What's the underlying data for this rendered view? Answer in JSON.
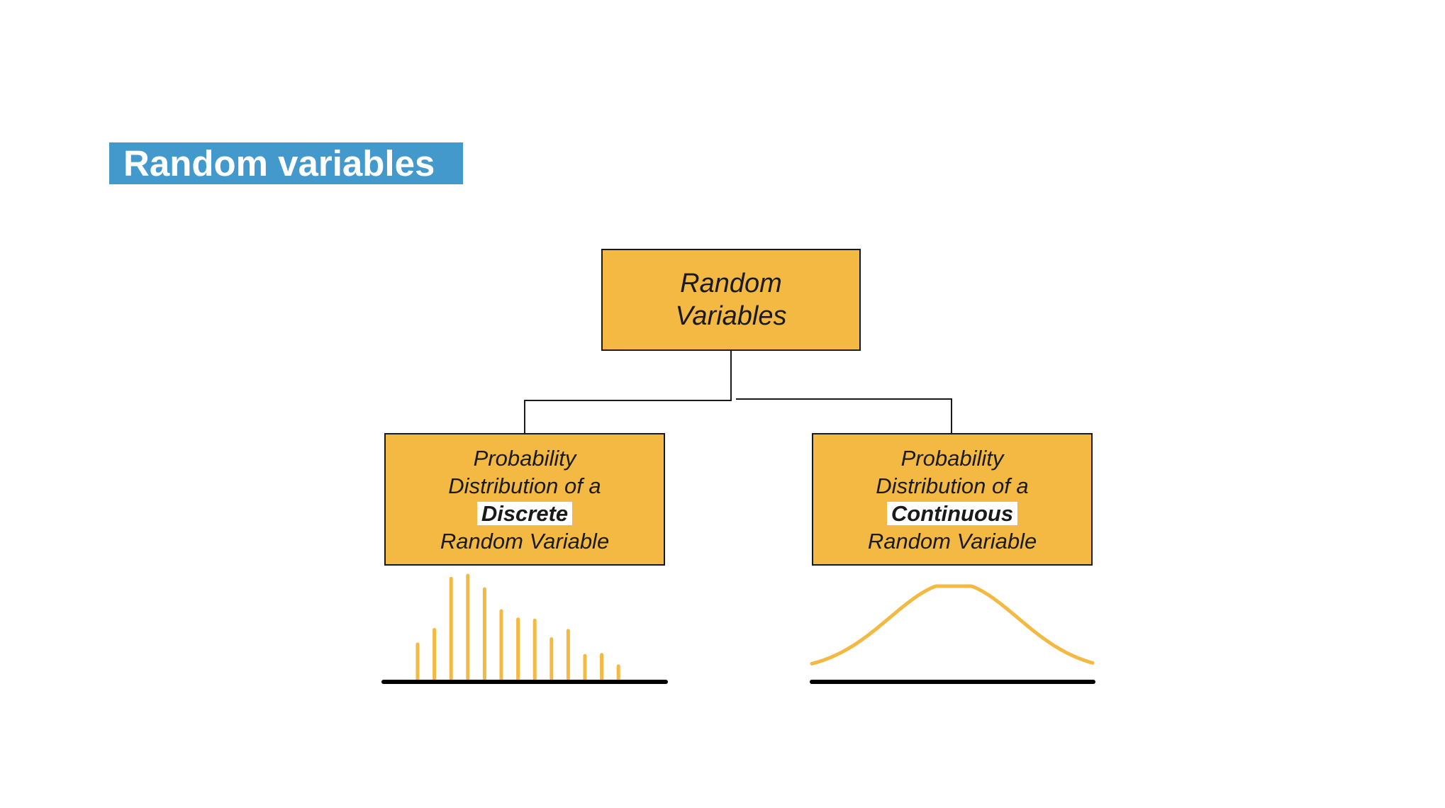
{
  "slide": {
    "title": "Random variables",
    "title_bg": "#4499CC"
  },
  "diagram": {
    "box_fill": "#F4B942",
    "box_border": "#1A1A1A",
    "root": {
      "line1": "Random",
      "line2": "Variables"
    },
    "discrete": {
      "line1": "Probability",
      "line2": "Distribution of a",
      "highlight": "Discrete",
      "line4": "Random Variable"
    },
    "continuous": {
      "line1": "Probability",
      "line2": "Distribution of a",
      "highlight": "Continuous",
      "line4": "Random Variable"
    }
  },
  "chart_data": [
    {
      "type": "bar",
      "values": [
        0.34,
        0.48,
        0.97,
        1.0,
        0.87,
        0.66,
        0.58,
        0.57,
        0.39,
        0.47,
        0.23,
        0.24,
        0.13
      ],
      "color": "#F4B942",
      "baseline_color": "#000000"
    },
    {
      "type": "line",
      "shape": "bell curve",
      "color": "#F4B942",
      "baseline_color": "#000000"
    }
  ]
}
